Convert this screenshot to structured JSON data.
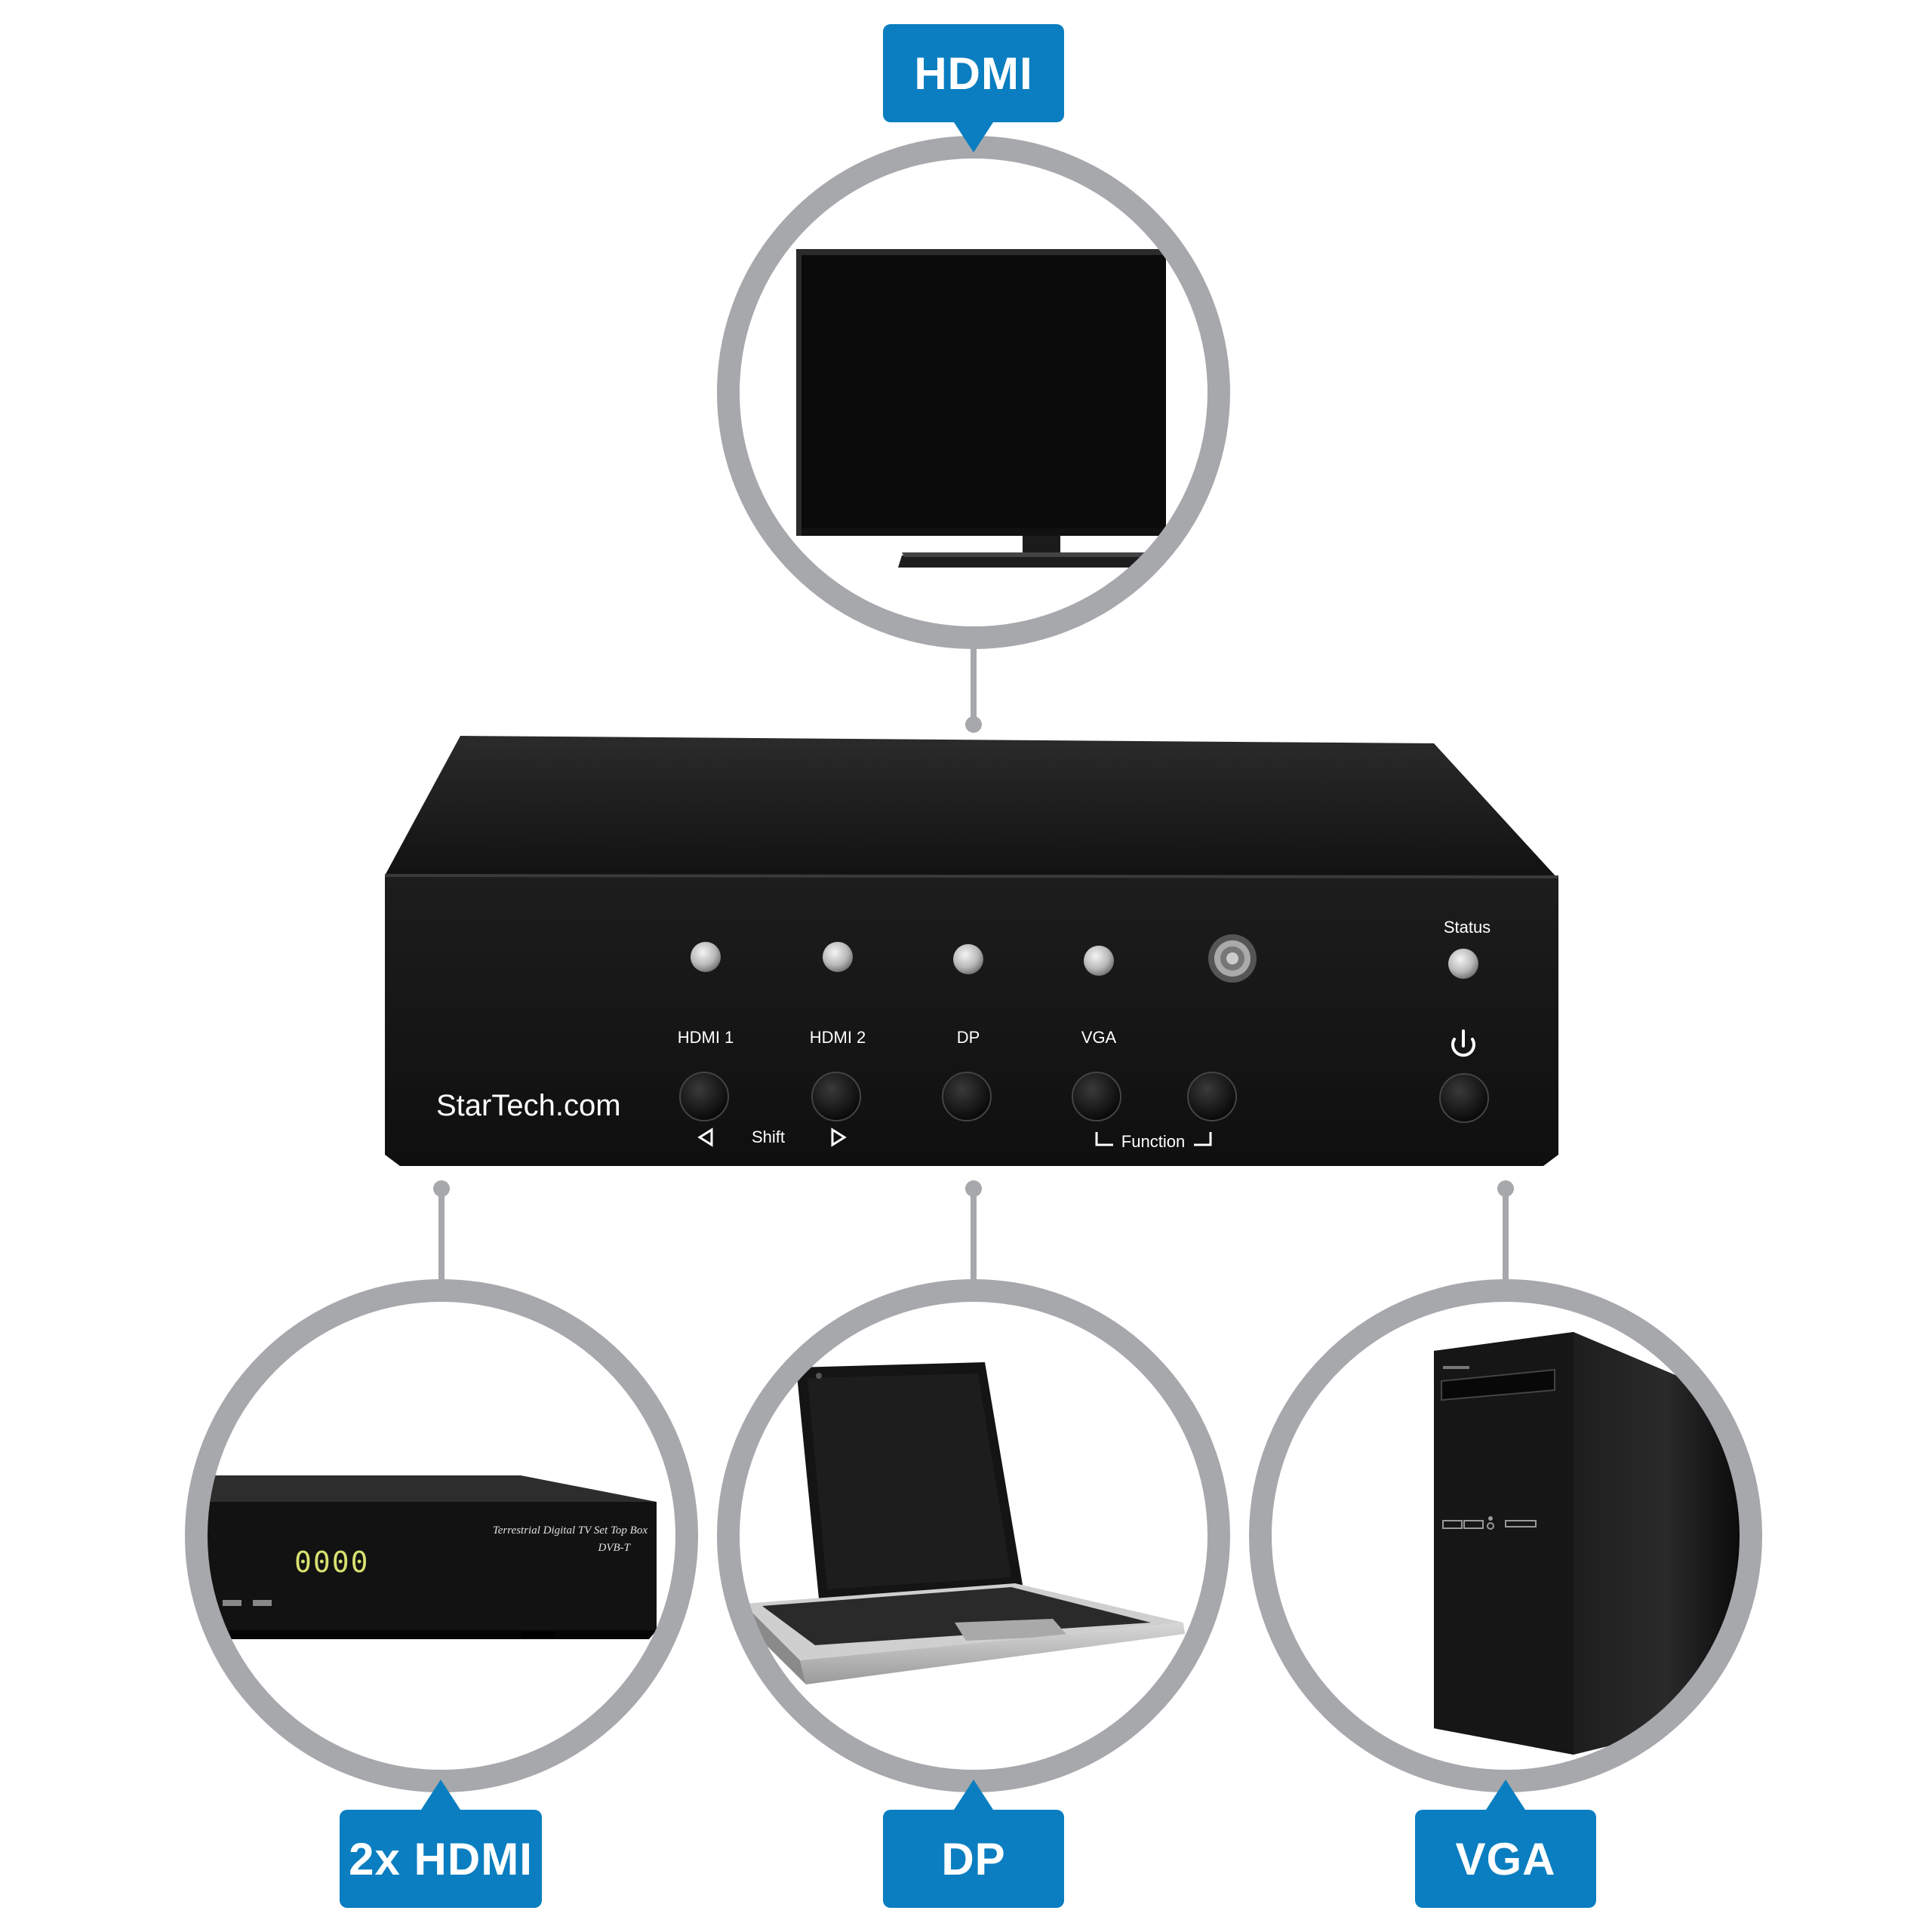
{
  "callouts": {
    "top": "HDMI",
    "bottom_left": "2x HDMI",
    "bottom_center": "DP",
    "bottom_right": "VGA"
  },
  "device": {
    "brand": "StarTech.com",
    "status_label": "Status",
    "buttons": [
      "HDMI 1",
      "HDMI 2",
      "DP",
      "VGA"
    ],
    "shift_label": "Shift",
    "function_label": "Function",
    "icons": {
      "left_arrow": "left-triangle-icon",
      "right_arrow": "right-triangle-icon",
      "power": "power-icon",
      "ir_sensor": "ir-sensor-icon"
    }
  },
  "set_top_box": {
    "title": "Terrestrial Digital TV Set Top Box",
    "model": "DVB-T",
    "display": "0000"
  },
  "colors": {
    "callout": "#0a7ec0",
    "ring": "#a6a8ab",
    "device": "#161616"
  }
}
